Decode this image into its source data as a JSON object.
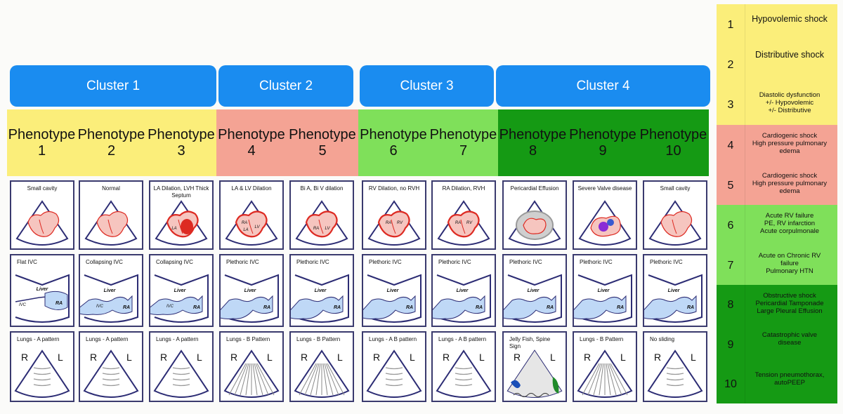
{
  "clusters": [
    "Cluster 1",
    "Cluster 2",
    "Cluster 3",
    "Cluster 4"
  ],
  "phenotypes": [
    {
      "label": "Phenotype",
      "num": "1"
    },
    {
      "label": "Phenotype",
      "num": "2"
    },
    {
      "label": "Phenotype",
      "num": "3"
    },
    {
      "label": "Phenotype",
      "num": "4"
    },
    {
      "label": "Phenotype",
      "num": "5"
    },
    {
      "label": "Phenotype",
      "num": "6"
    },
    {
      "label": "Phenotype",
      "num": "7"
    },
    {
      "label": "Phenotype",
      "num": "8"
    },
    {
      "label": "Phenotype",
      "num": "9"
    },
    {
      "label": "Phenotype",
      "num": "10"
    }
  ],
  "heart_labels": [
    "Small cavity",
    "Normal",
    "LA Dilation, LVH Thick Septum",
    "LA & LV Dilation",
    "Bi A, Bi V dilation",
    "RV Dilation, no RVH",
    "RA Dilation, RVH",
    "Pericardial Effusion",
    "Severe Valve disease",
    "Small cavity"
  ],
  "ivc_labels": [
    "Flat IVC",
    "Collapsing IVC",
    "Collapsing IVC",
    "Plethoric IVC",
    "Plethoric IVC",
    "Plethoric IVC",
    "Plethoric IVC",
    "Plethoric IVC",
    "Plethoric IVC",
    "Plethoric IVC"
  ],
  "lung_labels": [
    "Lungs - A pattern",
    "Lungs - A pattern",
    "Lungs - A pattern",
    "Lungs - B Pattern",
    "Lungs - B Pattern",
    "Lungs - A B pattern",
    "Lungs - A B pattern",
    "Jelly Fish, Spine Sign",
    "Lungs - B Pattern",
    "No sliding"
  ],
  "lung_markers": {
    "right": "R",
    "left": "L"
  },
  "diagram_text": {
    "liver": "Liver",
    "ivc": "IVC",
    "ra": "RA",
    "la": "LA",
    "lv": "LV",
    "rv": "RV"
  },
  "legend": [
    {
      "num": "1",
      "text": "Hypovolemic shock"
    },
    {
      "num": "2",
      "text": "Distributive shock"
    },
    {
      "num": "3",
      "text": "Diastolic dysfunction\n+/- Hypovolemic\n+/- Distributive"
    },
    {
      "num": "4",
      "text": "Cardiogenic shock\nHigh pressure pulmonary\nedema"
    },
    {
      "num": "5",
      "text": "Cardiogenic shock\nHigh pressure pulmonary\nedema"
    },
    {
      "num": "6",
      "text": "Acute RV failure\nPE, RV infarction\nAcute corpulmonale"
    },
    {
      "num": "7",
      "text": "Acute on Chronic RV\nfailure\nPulmonary HTN"
    },
    {
      "num": "8",
      "text": "Obstructive shock\nPericardial Tamponade\nLarge Pleural Effusion"
    },
    {
      "num": "9",
      "text": "Catastrophic valve\ndisease"
    },
    {
      "num": "10",
      "text": "Tension pneumothorax,\nautoPEEP"
    }
  ],
  "colors": {
    "cluster_blue": "#1a8cf0",
    "yellow": "#fbee7a",
    "salmon": "#f4a394",
    "light_green": "#7fe05a",
    "dark_green": "#159a14",
    "heart_fill": "#f6c5bf",
    "heart_red": "#dd2a22",
    "ivc_blue": "#bfd8f6",
    "probe_navy": "#2c2c74"
  }
}
